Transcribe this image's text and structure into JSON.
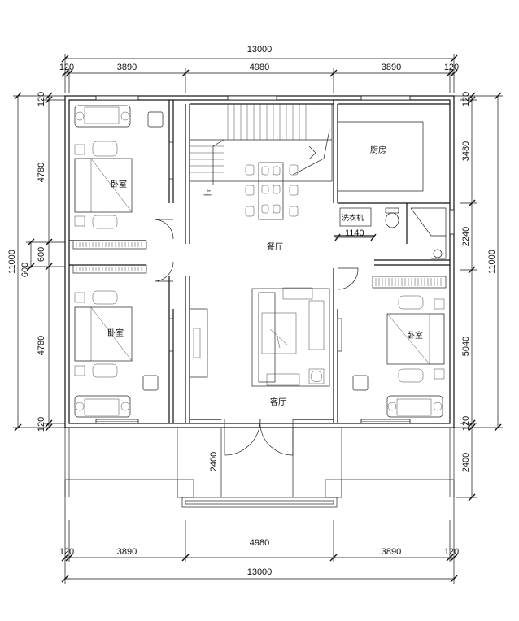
{
  "plan": {
    "dimensions": {
      "top_total": "13000",
      "top_segments": [
        "120",
        "3890",
        "4980",
        "3890",
        "120"
      ],
      "bottom_total": "13000",
      "bottom_segments": [
        "120",
        "3890",
        "4980",
        "3890",
        "120"
      ],
      "left_total": "11000",
      "left_outer_600": "600",
      "left_segments": [
        "120",
        "4780",
        "600",
        "4780",
        "120"
      ],
      "right_total": "11000",
      "right_segments": [
        "120",
        "3480",
        "2240",
        "5040",
        "120",
        "2400"
      ],
      "stair_porch": "2400",
      "laundry_width": "1140"
    },
    "rooms": {
      "bedroom_top_left": "卧室",
      "bedroom_bottom_left": "卧室",
      "bedroom_right": "卧室",
      "kitchen": "厨房",
      "dining": "餐厅",
      "living": "客厅",
      "washer": "洗衣机",
      "stair_up": "上"
    }
  }
}
